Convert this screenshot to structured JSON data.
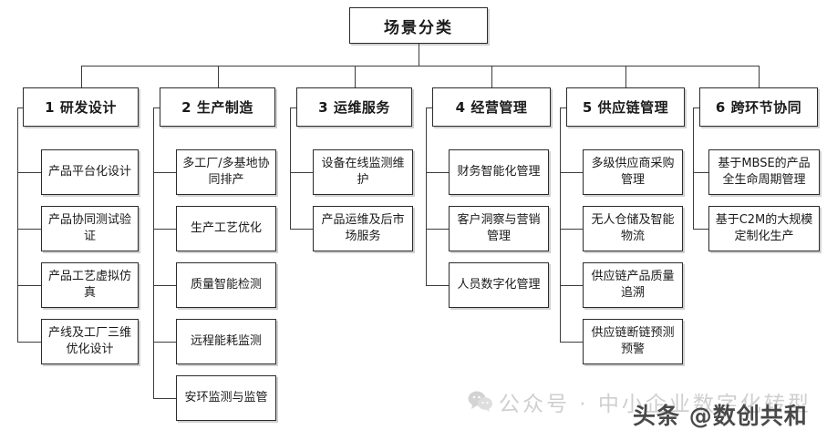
{
  "diagram": {
    "type": "tree",
    "root": {
      "label": "场景分类"
    },
    "columns": [
      {
        "id": "rd-design",
        "header": "1 研发设计",
        "items": [
          "产品平台化设计",
          "产品协同测试验证",
          "产品工艺虚拟仿真",
          "产线及工厂三维优化设计"
        ]
      },
      {
        "id": "production",
        "header": "2 生产制造",
        "items": [
          "多工厂/多基地协同排产",
          "生产工艺优化",
          "质量智能检测",
          "远程能耗监测",
          "安环监测与监管"
        ]
      },
      {
        "id": "operation-service",
        "header": "3 运维服务",
        "items": [
          "设备在线监测维护",
          "产品运维及后市场服务"
        ]
      },
      {
        "id": "business-management",
        "header": "4 经营管理",
        "items": [
          "财务智能化管理",
          "客户洞察与营销管理",
          "人员数字化管理"
        ]
      },
      {
        "id": "supply-chain",
        "header": "5 供应链管理",
        "items": [
          "多级供应商采购管理",
          "无人仓储及智能物流",
          "供应链产品质量追溯",
          "供应链断链预测预警"
        ]
      },
      {
        "id": "cross-link",
        "header": "6 跨环节协同",
        "items": [
          "基于MBSE的产品全生命周期管理",
          "基于C2M的大规模定制化生产"
        ]
      }
    ]
  },
  "watermarks": {
    "wechat": "公众号 · 中小企业数字化转型",
    "toutiao": "头条 @数创共和",
    "wechat_icon": "wechat-icon"
  },
  "colors": {
    "background": "#ffffff",
    "box_border": "#2b2b2b",
    "line": "#3c3c3c",
    "text": "#1a1a1a",
    "watermark": "#d0d0d0"
  }
}
